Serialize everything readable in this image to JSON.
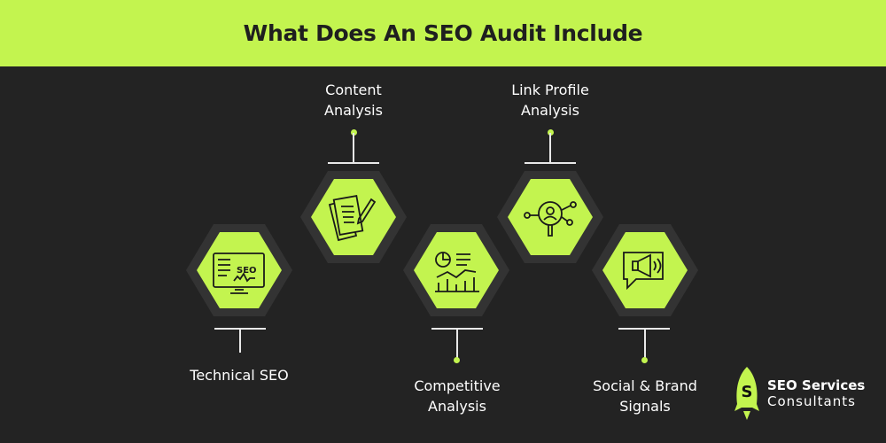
{
  "title": "What Does An SEO Audit Include",
  "items": [
    {
      "label_line1": "Technical SEO",
      "label_line2": "",
      "icon": "seo-monitor-icon"
    },
    {
      "label_line1": "Content",
      "label_line2": "Analysis",
      "icon": "document-pen-icon"
    },
    {
      "label_line1": "Competitive",
      "label_line2": "Analysis",
      "icon": "analytics-chart-icon"
    },
    {
      "label_line1": "Link Profile",
      "label_line2": "Analysis",
      "icon": "magnifier-network-icon"
    },
    {
      "label_line1": "Social & Brand",
      "label_line2": "Signals",
      "icon": "megaphone-chat-icon"
    }
  ],
  "logo": {
    "line1": "SEO Services",
    "line2": "Consultants",
    "mark": "S"
  },
  "colors": {
    "accent": "#c3f44f",
    "background": "#232323",
    "hex_outer": "#333333"
  }
}
